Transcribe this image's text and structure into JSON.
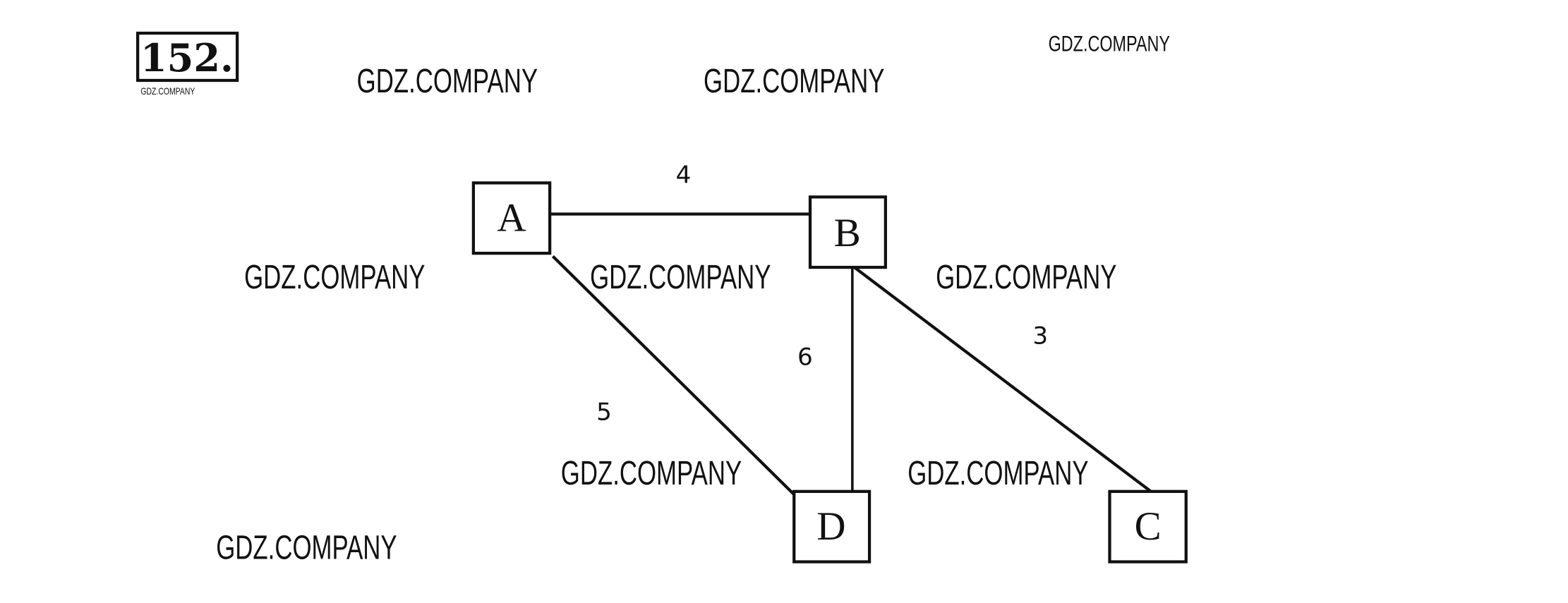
{
  "problem_number": "152.",
  "watermark": "GDZ.COMPANY",
  "nodes": [
    {
      "id": "A",
      "label": "A"
    },
    {
      "id": "B",
      "label": "B"
    },
    {
      "id": "C",
      "label": "C"
    },
    {
      "id": "D",
      "label": "D"
    }
  ],
  "edges": [
    {
      "from": "A",
      "to": "B",
      "weight": "4"
    },
    {
      "from": "A",
      "to": "D",
      "weight": "5"
    },
    {
      "from": "B",
      "to": "D",
      "weight": "6"
    },
    {
      "from": "B",
      "to": "C",
      "weight": "3"
    }
  ]
}
